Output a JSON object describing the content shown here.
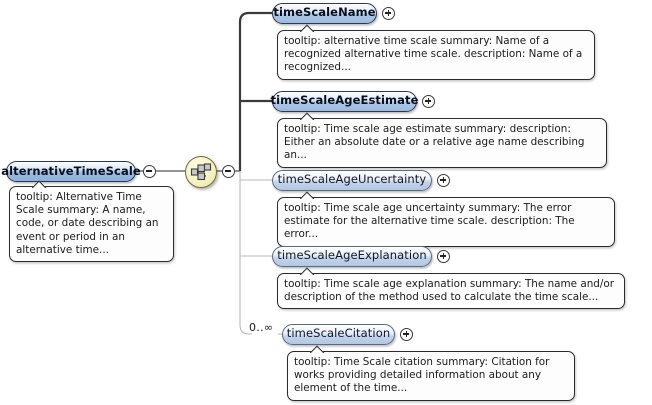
{
  "diagram": {
    "type": "xml-schema-element-tree",
    "background_color": "#ffffff",
    "node_fill": "#b2c7e2",
    "compositor_fill": "#f2edb9",
    "compositor_name": "sequence-compositor"
  },
  "root": {
    "name": "alternativeTimeScale",
    "toggle": "minus",
    "toggle_symbol": "⊖",
    "tooltip": "tooltip: Alternative Time Scale summary: A name, code, or date describing an event or period in an alternative time..."
  },
  "compositor": {
    "name": "sequence",
    "toggle": "minus",
    "toggle_symbol": "⊖"
  },
  "children": [
    {
      "name": "timeScaleName",
      "toggle": "plus",
      "toggle_symbol": "⊕",
      "required": true,
      "cardinality": "",
      "tooltip": "tooltip: alternative time scale summary: Name of a recognized alternative time scale. description: Name of a recognized..."
    },
    {
      "name": "timeScaleAgeEstimate",
      "toggle": "plus",
      "toggle_symbol": "⊕",
      "required": true,
      "cardinality": "",
      "tooltip": "tooltip: Time scale age estimate summary: description: Either an absolute date or a relative age name describing an..."
    },
    {
      "name": "timeScaleAgeUncertainty",
      "toggle": "plus",
      "toggle_symbol": "⊕",
      "required": false,
      "cardinality": "",
      "tooltip": "tooltip: Time scale age uncertainty summary: The error estimate for the alternative time scale. description: The error..."
    },
    {
      "name": "timeScaleAgeExplanation",
      "toggle": "plus",
      "toggle_symbol": "⊕",
      "required": false,
      "cardinality": "",
      "tooltip": "tooltip: Time scale age explanation summary: The name and/or description of the method used to calculate the time scale..."
    },
    {
      "name": "timeScaleCitation",
      "toggle": "plus",
      "toggle_symbol": "⊕",
      "required": false,
      "cardinality": "0..∞",
      "tooltip": "tooltip: Time Scale citation summary: Citation for works providing detailed information about any element of the time..."
    }
  ]
}
